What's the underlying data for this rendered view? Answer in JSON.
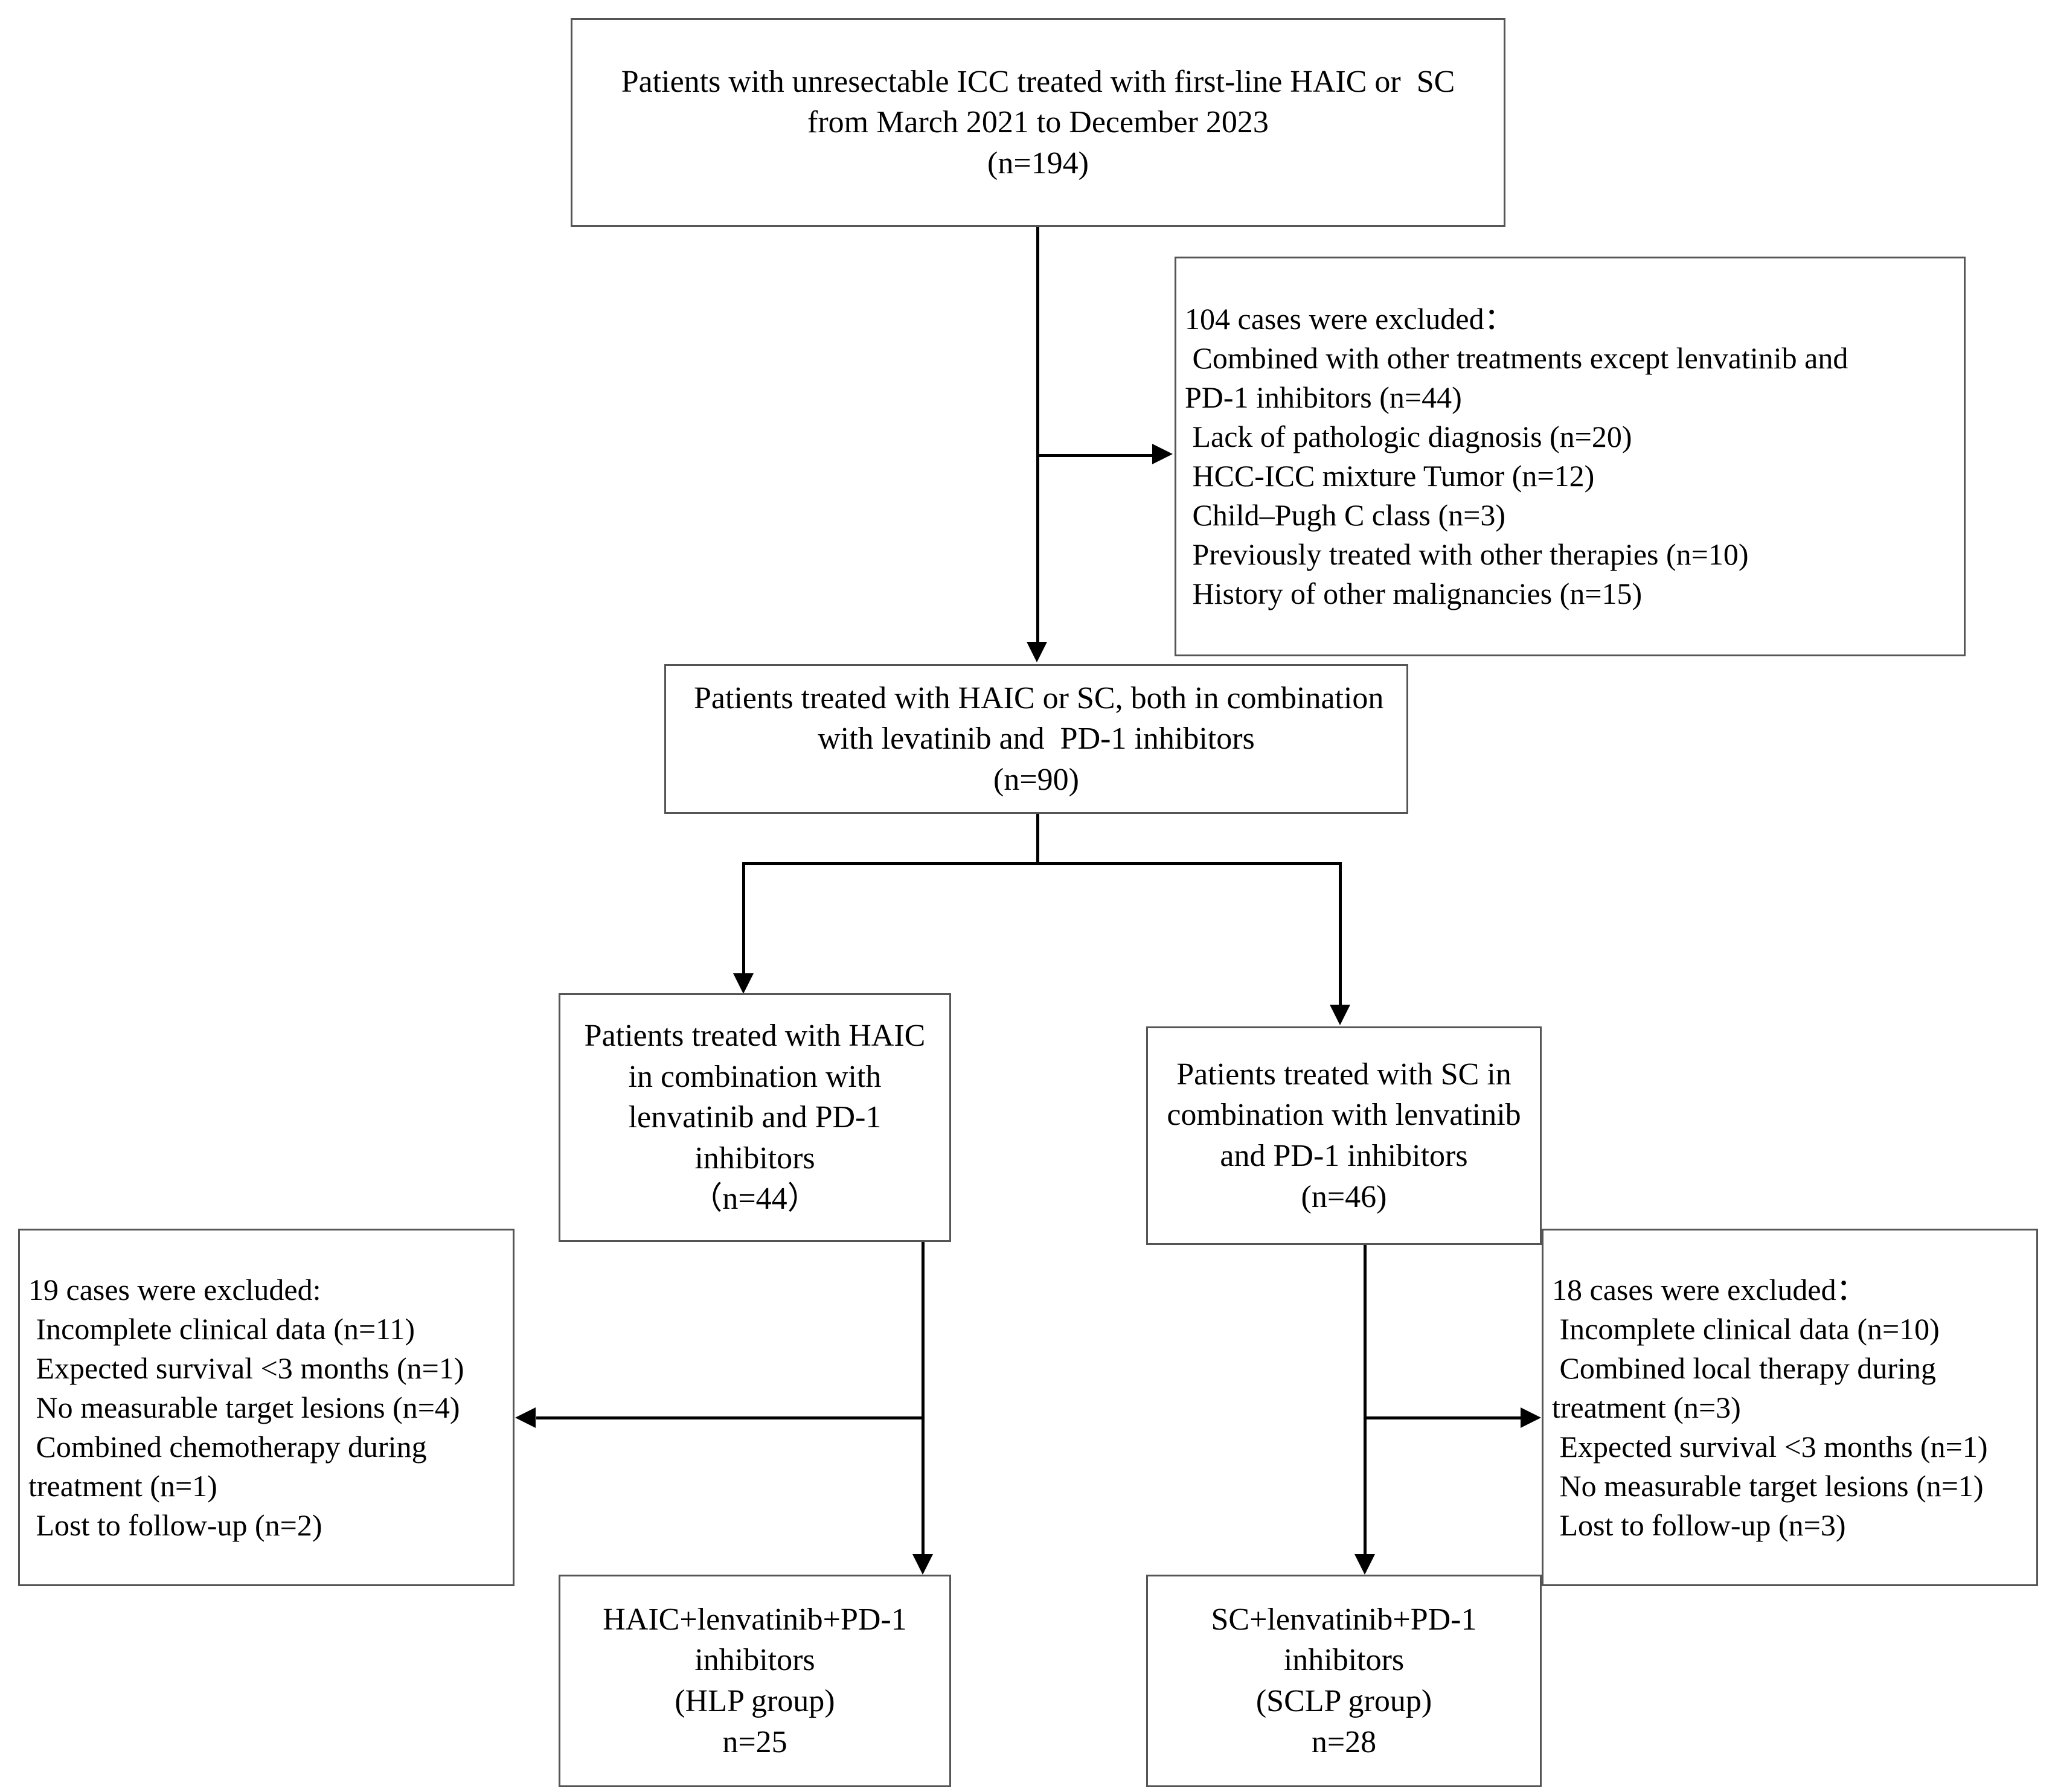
{
  "diagram": {
    "title": "Patient selection flowchart",
    "type": "flowchart",
    "stroke_color": "#555555",
    "connector_color": "#000000",
    "background": "#ffffff"
  },
  "boxes": {
    "enrollment": {
      "lines": [
        "Patients with unresectable ICC treated with first-line HAIC or  SC",
        "from March 2021 to December 2023",
        "(n=194)"
      ]
    },
    "excluded_104": {
      "lines": [
        "104 cases were excluded：",
        " Combined with other treatments except lenvatinib and",
        "PD-1 inhibitors (n=44)",
        " Lack of pathologic diagnosis (n=20)",
        " HCC-ICC mixture Tumor (n=12)",
        " Child–Pugh C class (n=3)",
        " Previously treated with other therapies (n=10)",
        " History of other malignancies (n=15)"
      ]
    },
    "eligible_90": {
      "lines": [
        "Patients treated with HAIC or SC, both in combination",
        "with levatinib and  PD-1 inhibitors",
        "(n=90)"
      ]
    },
    "haic_branch": {
      "lines": [
        "Patients treated with HAIC",
        "in combination with",
        "lenvatinib and PD-1",
        "inhibitors",
        "（n=44）"
      ]
    },
    "sc_branch": {
      "lines": [
        "Patients treated with SC in",
        "combination with lenvatinib",
        "and PD-1 inhibitors",
        "(n=46)"
      ]
    },
    "excluded_19": {
      "lines": [
        "19 cases were excluded:",
        " Incomplete clinical data (n=11)",
        " Expected survival <3 months (n=1)",
        " No measurable target lesions (n=4)",
        " Combined chemotherapy during",
        "treatment (n=1)",
        " Lost to follow-up (n=2)"
      ]
    },
    "excluded_18": {
      "lines": [
        "18 cases were excluded：",
        " Incomplete clinical data (n=10)",
        " Combined local therapy during",
        "treatment (n=3)",
        " Expected survival <3 months (n=1)",
        " No measurable target lesions (n=1)",
        " Lost to follow-up (n=3)"
      ]
    },
    "hlp_group": {
      "lines": [
        "HAIC+lenvatinib+PD-1",
        "inhibitors",
        "(HLP group)",
        "n=25"
      ]
    },
    "sclp_group": {
      "lines": [
        "SC+lenvatinib+PD-1",
        "inhibitors",
        "(SCLP group)",
        "n=28"
      ]
    }
  },
  "chart_data": {
    "type": "flow-diagram",
    "title": "Patient selection flowchart",
    "nodes": [
      {
        "id": "enrollment",
        "label": "Patients with unresectable ICC treated with first-line HAIC or SC from March 2021 to December 2023",
        "n": 194
      },
      {
        "id": "excluded_104",
        "label": "104 cases were excluded",
        "n": 104,
        "reasons": [
          {
            "reason": "Combined with other treatments except lenvatinib and PD-1 inhibitors",
            "n": 44
          },
          {
            "reason": "Lack of pathologic diagnosis",
            "n": 20
          },
          {
            "reason": "HCC-ICC mixture Tumor",
            "n": 12
          },
          {
            "reason": "Child–Pugh C class",
            "n": 3
          },
          {
            "reason": "Previously treated with other therapies",
            "n": 10
          },
          {
            "reason": "History of other malignancies",
            "n": 15
          }
        ]
      },
      {
        "id": "eligible_90",
        "label": "Patients treated with HAIC or SC, both in combination with levatinib and PD-1 inhibitors",
        "n": 90
      },
      {
        "id": "haic_branch",
        "label": "Patients treated with HAIC in combination with lenvatinib and PD-1 inhibitors",
        "n": 44
      },
      {
        "id": "sc_branch",
        "label": "Patients treated with SC in combination with lenvatinib and PD-1 inhibitors",
        "n": 46
      },
      {
        "id": "excluded_19",
        "label": "19 cases were excluded",
        "n": 19,
        "reasons": [
          {
            "reason": "Incomplete clinical data",
            "n": 11
          },
          {
            "reason": "Expected survival <3 months",
            "n": 1
          },
          {
            "reason": "No measurable target lesions",
            "n": 4
          },
          {
            "reason": "Combined chemotherapy during treatment",
            "n": 1
          },
          {
            "reason": "Lost to follow-up",
            "n": 2
          }
        ]
      },
      {
        "id": "excluded_18",
        "label": "18 cases were excluded",
        "n": 18,
        "reasons": [
          {
            "reason": "Incomplete clinical data",
            "n": 10
          },
          {
            "reason": "Combined local therapy during treatment",
            "n": 3
          },
          {
            "reason": "Expected survival <3 months",
            "n": 1
          },
          {
            "reason": "No measurable target lesions",
            "n": 1
          },
          {
            "reason": "Lost to follow-up",
            "n": 3
          }
        ]
      },
      {
        "id": "hlp_group",
        "label": "HAIC+lenvatinib+PD-1 inhibitors (HLP group)",
        "n": 25
      },
      {
        "id": "sclp_group",
        "label": "SC+lenvatinib+PD-1 inhibitors (SCLP group)",
        "n": 28
      }
    ],
    "edges": [
      {
        "from": "enrollment",
        "to": "excluded_104",
        "direction": "right"
      },
      {
        "from": "enrollment",
        "to": "eligible_90",
        "direction": "down"
      },
      {
        "from": "eligible_90",
        "to": "haic_branch",
        "direction": "down-left"
      },
      {
        "from": "eligible_90",
        "to": "sc_branch",
        "direction": "down-right"
      },
      {
        "from": "haic_branch",
        "to": "excluded_19",
        "direction": "left"
      },
      {
        "from": "haic_branch",
        "to": "hlp_group",
        "direction": "down"
      },
      {
        "from": "sc_branch",
        "to": "excluded_18",
        "direction": "right"
      },
      {
        "from": "sc_branch",
        "to": "sclp_group",
        "direction": "down"
      }
    ]
  }
}
